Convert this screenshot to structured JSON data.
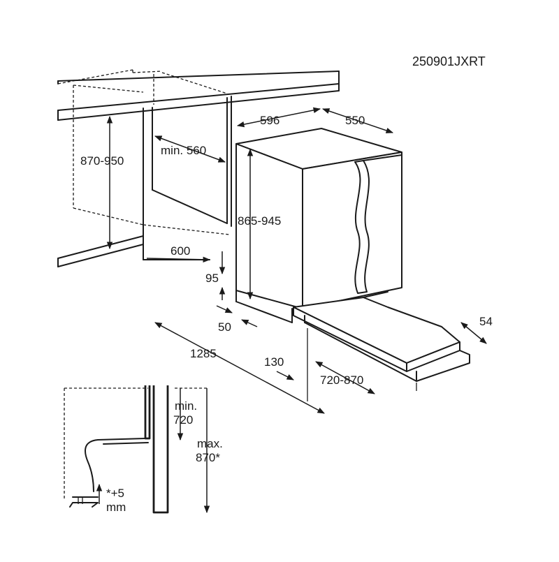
{
  "drawing_code": "250901JXRT",
  "dimensions": {
    "niche_height": "870-950",
    "niche_min_width": "min. 560",
    "niche_depth": "600",
    "appliance_width": "596",
    "appliance_depth": "550",
    "appliance_height": "865-945",
    "plinth_height": "95",
    "plinth_setback": "50",
    "total_door_open_depth": "1285",
    "door_gap": "130",
    "door_panel_height": "720-870",
    "door_panel_thickness": "54"
  },
  "detail": {
    "min_label_line1": "min.",
    "min_label_line2": "720",
    "max_label_line1": "max.",
    "max_label_line2": "870*",
    "foot_note_line1": "*+5",
    "foot_note_line2": "mm"
  }
}
